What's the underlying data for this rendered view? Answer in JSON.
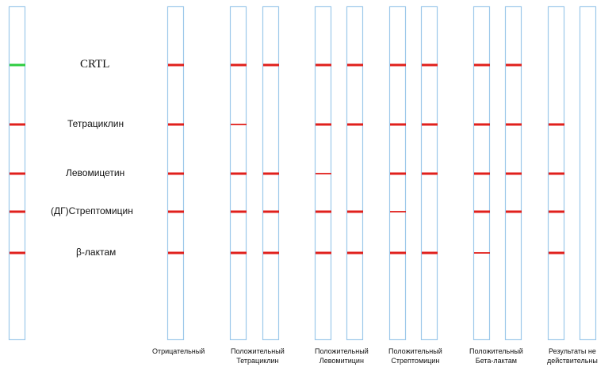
{
  "colors": {
    "strip_border": "#9cc8ea",
    "control_line": "#2ecc40",
    "test_line": "#e0201c"
  },
  "rows": [
    {
      "label": "CRTL"
    },
    {
      "label": "Тетрациклин"
    },
    {
      "label": "Левомицетин"
    },
    {
      "label": "(ДГ)Стрептомицин"
    },
    {
      "label": "β-лактам"
    }
  ],
  "reference_strip": {
    "lines": [
      "green",
      "strong",
      "strong",
      "strong",
      "strong"
    ]
  },
  "groups": [
    {
      "caption_lines": [
        "Отрицательный"
      ],
      "strips": [
        {
          "lines": [
            "strong",
            "strong",
            "strong",
            "strong",
            "strong"
          ]
        }
      ]
    },
    {
      "caption_lines": [
        "Положительный",
        "Тетрациклин"
      ],
      "strips": [
        {
          "lines": [
            "strong",
            "weak",
            "strong",
            "strong",
            "strong"
          ]
        },
        {
          "lines": [
            "strong",
            "none",
            "strong",
            "strong",
            "strong"
          ]
        }
      ]
    },
    {
      "caption_lines": [
        "Положительный",
        "Левомитицин"
      ],
      "strips": [
        {
          "lines": [
            "strong",
            "strong",
            "weak",
            "strong",
            "strong"
          ]
        },
        {
          "lines": [
            "strong",
            "strong",
            "none",
            "strong",
            "strong"
          ]
        }
      ]
    },
    {
      "caption_lines": [
        "Положительный",
        "Стрептомицин"
      ],
      "strips": [
        {
          "lines": [
            "strong",
            "strong",
            "strong",
            "weak",
            "strong"
          ]
        },
        {
          "lines": [
            "strong",
            "strong",
            "strong",
            "none",
            "strong"
          ]
        }
      ]
    },
    {
      "caption_lines": [
        "Положительный",
        "Бета-лактам"
      ],
      "strips": [
        {
          "lines": [
            "strong",
            "strong",
            "strong",
            "strong",
            "weak"
          ]
        },
        {
          "lines": [
            "strong",
            "strong",
            "strong",
            "strong",
            "none"
          ]
        }
      ]
    },
    {
      "caption_lines": [
        "Результаты не",
        "действительны"
      ],
      "strips": [
        {
          "lines": [
            "none",
            "strong",
            "strong",
            "strong",
            "strong"
          ]
        },
        {
          "lines": [
            "none",
            "none",
            "none",
            "none",
            "none"
          ]
        }
      ]
    }
  ]
}
